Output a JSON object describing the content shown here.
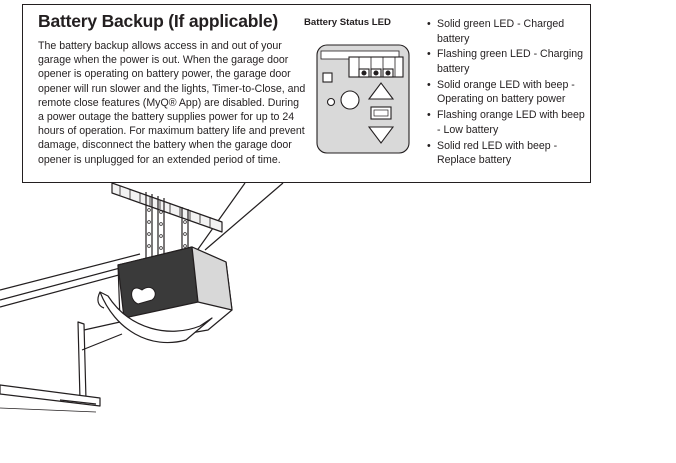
{
  "callout": {
    "title": "Battery Backup (If applicable)",
    "body_lines": [
      "The battery backup allows access in and out of your",
      "garage when the power is out. When the garage door",
      "opener is operating on battery power, the garage door",
      "opener will run slower and the lights, Timer-to-Close, and",
      "remote close features (MyQ® App) are disabled. During",
      "a power outage the battery supplies power for up to 24",
      "hours of operation. For maximum battery life and prevent",
      "damage, disconnect the battery when the garage door",
      "opener is unplugged for an extended period of time."
    ],
    "led_label": "Battery Status LED",
    "led_states": [
      "Solid green LED - Charged battery",
      "Flashing green LED - Charging battery",
      "Solid orange LED with beep - Operating on battery power",
      "Flashing orange LED with beep - Low battery",
      "Solid red LED with beep - Replace battery"
    ]
  },
  "icons": {
    "led_panel": "battery-status-panel-icon",
    "up_arrow": "up-arrow-icon",
    "down_arrow": "down-arrow-icon",
    "stop_button": "stop-button-icon",
    "opener": "garage-door-opener-icon"
  }
}
